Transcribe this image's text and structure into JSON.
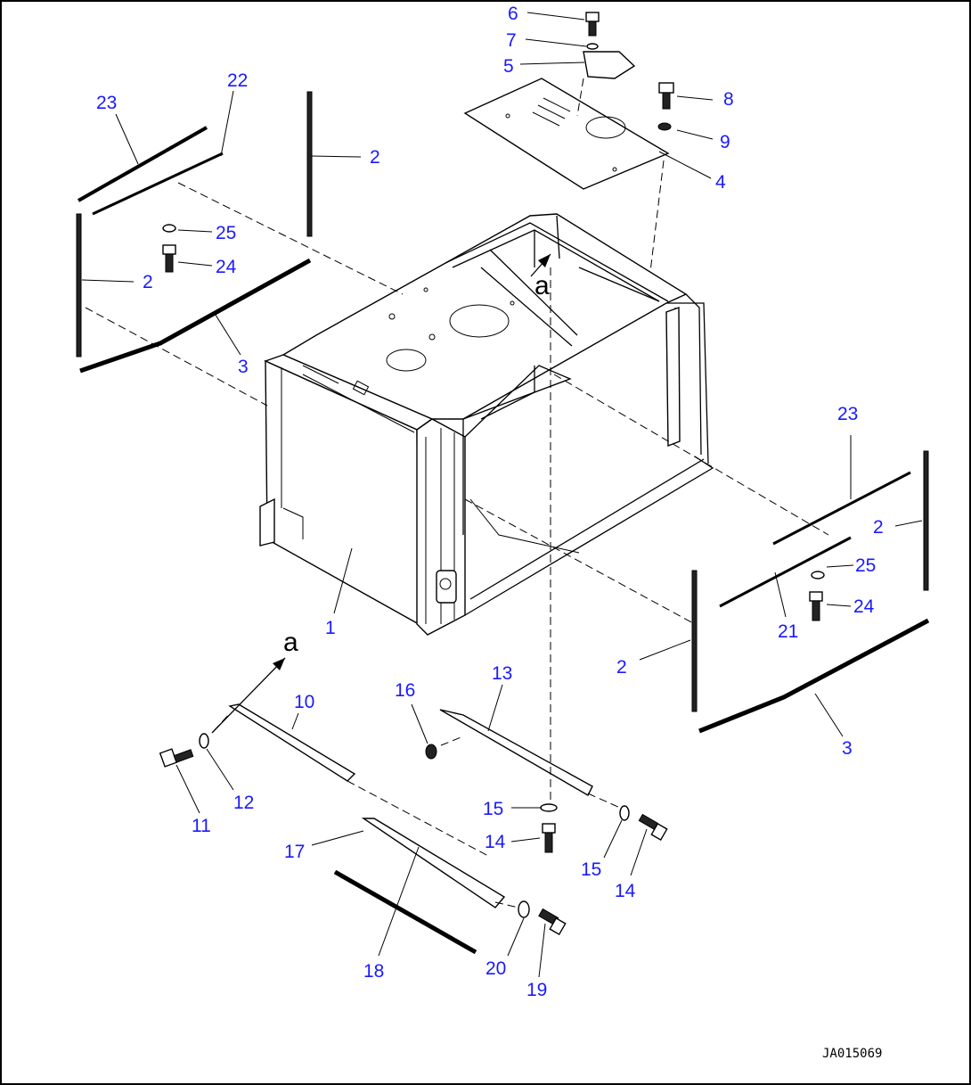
{
  "diagram": {
    "drawing_code": "JA015069",
    "view_marker": "a",
    "callouts": [
      {
        "id": "c6",
        "text": "6"
      },
      {
        "id": "c7",
        "text": "7"
      },
      {
        "id": "c5",
        "text": "5"
      },
      {
        "id": "c8",
        "text": "8"
      },
      {
        "id": "c9",
        "text": "9"
      },
      {
        "id": "c4",
        "text": "4"
      },
      {
        "id": "c23a",
        "text": "23"
      },
      {
        "id": "c22",
        "text": "22"
      },
      {
        "id": "c2a",
        "text": "2"
      },
      {
        "id": "c25a",
        "text": "25"
      },
      {
        "id": "c24a",
        "text": "24"
      },
      {
        "id": "c2b",
        "text": "2"
      },
      {
        "id": "c3a",
        "text": "3"
      },
      {
        "id": "c1",
        "text": "1"
      },
      {
        "id": "c23b",
        "text": "23"
      },
      {
        "id": "c2c",
        "text": "2"
      },
      {
        "id": "c25b",
        "text": "25"
      },
      {
        "id": "c24b",
        "text": "24"
      },
      {
        "id": "c21",
        "text": "21"
      },
      {
        "id": "c2d",
        "text": "2"
      },
      {
        "id": "c3b",
        "text": "3"
      },
      {
        "id": "c10",
        "text": "10"
      },
      {
        "id": "c12",
        "text": "12"
      },
      {
        "id": "c11",
        "text": "11"
      },
      {
        "id": "c16",
        "text": "16"
      },
      {
        "id": "c13",
        "text": "13"
      },
      {
        "id": "c15a",
        "text": "15"
      },
      {
        "id": "c14a",
        "text": "14"
      },
      {
        "id": "c15b",
        "text": "15"
      },
      {
        "id": "c14b",
        "text": "14"
      },
      {
        "id": "c17",
        "text": "17"
      },
      {
        "id": "c18",
        "text": "18"
      },
      {
        "id": "c20",
        "text": "20"
      },
      {
        "id": "c19",
        "text": "19"
      }
    ]
  }
}
